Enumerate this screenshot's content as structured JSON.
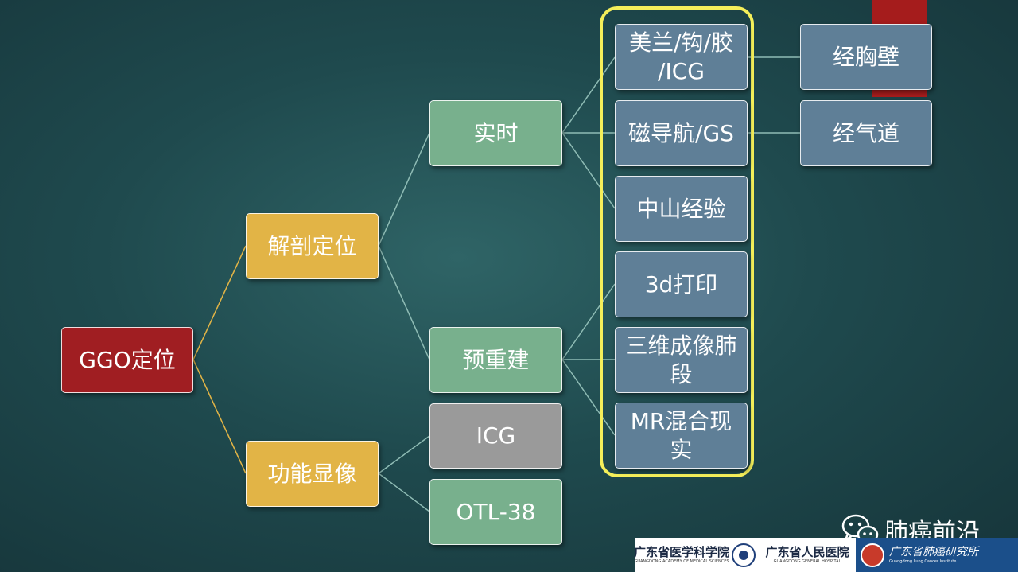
{
  "nodes": {
    "root": "GGO定位",
    "anatomic": "解剖定位",
    "functional": "功能显像",
    "realtime": "实时",
    "prerecon": "预重建",
    "icg": "ICG",
    "otl": "OTL-38",
    "meilan": "美兰/钩/胶/ICG",
    "meilan_line1": "美兰/钩/胶",
    "meilan_line2": "/ICG",
    "magnetic": "磁导航/GS",
    "zhongshan": "中山经验",
    "print3d": "3d打印",
    "imaging3d_line1": "三维成像肺",
    "imaging3d_line2": "段",
    "mr_line1": "MR混合现",
    "mr_line2": "实",
    "chestwall": "经胸壁",
    "airway": "经气道"
  },
  "colors": {
    "root": "#a01e22",
    "level1": "#e2b446",
    "level2_green": "#78b08d",
    "level2_gray": "#9a9a9a",
    "level3": "#5f7f97",
    "highlight_border": "#f4ef5a",
    "connector_root": "#e2b446",
    "connector_other": "#8fbcb5"
  },
  "watermark": {
    "wechat_account": "肺癌前沿",
    "wechat_icon": "wechat-icon"
  },
  "logos": {
    "academy": "广东省医学科学院",
    "academy_en": "GUANGDONG ACADEMY OF MEDICAL SCIENCES",
    "hospital": "广东省人民医院",
    "hospital_en": "GUANGDONG GENERAL HOSPITAL",
    "institute": "广东省肺癌研究所",
    "institute_en": "Guangdong Lung Cancer Institute"
  }
}
